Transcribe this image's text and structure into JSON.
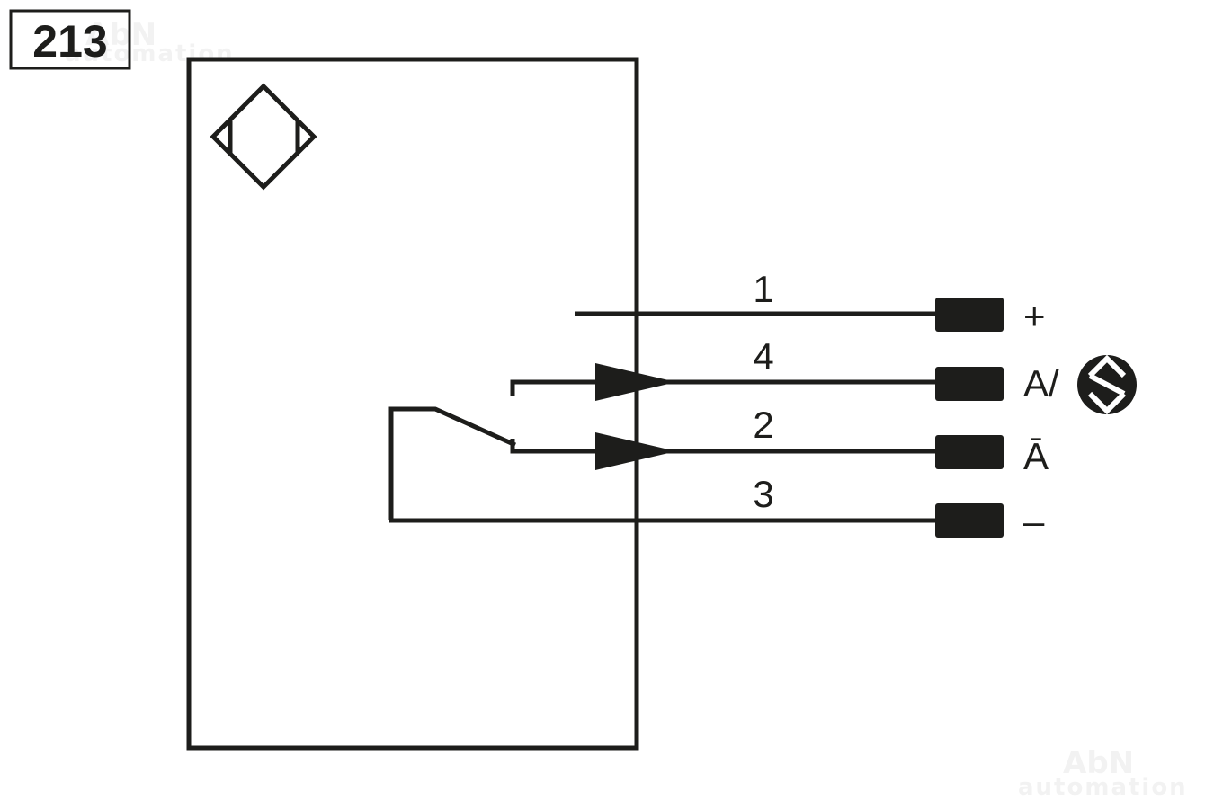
{
  "diagram_number": "213",
  "watermark": {
    "brand": "AbN",
    "tagline": "automation"
  },
  "wires": [
    {
      "number": "1",
      "terminal": "+"
    },
    {
      "number": "4",
      "terminal": "A/"
    },
    {
      "number": "2",
      "terminal": "Ā"
    },
    {
      "number": "3",
      "terminal": "–"
    }
  ],
  "icons": {
    "sensor_symbol": "inductive-sensor-icon",
    "output_function": "antivalent-output-icon"
  },
  "colors": {
    "line": "#1d1d1b",
    "watermark": "#f2f2f2",
    "background": "#ffffff"
  }
}
